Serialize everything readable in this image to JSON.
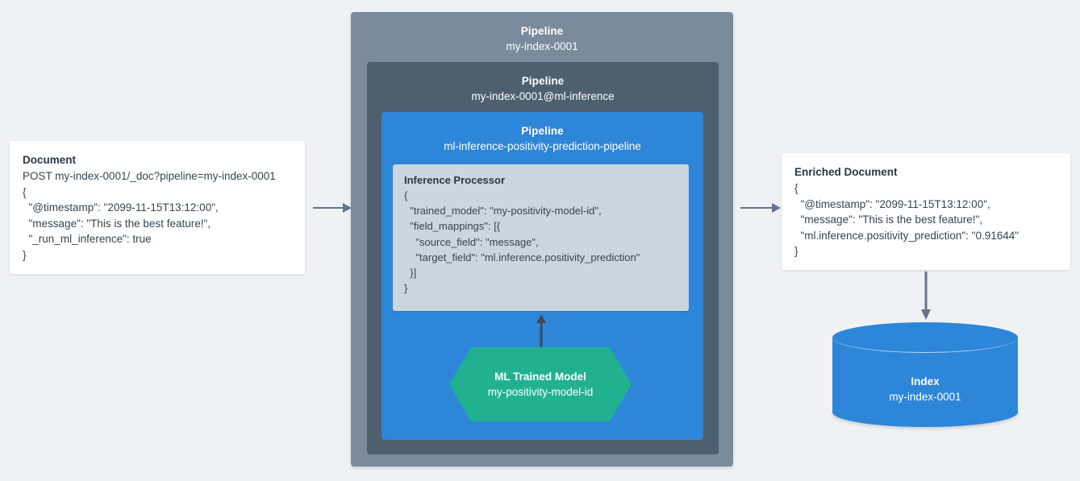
{
  "diagram": {
    "background_color": "#eff2f5",
    "accent_blue": "#2e86d9",
    "accent_green": "#21b191",
    "gray_outer": "#7a8b9c",
    "gray_mid": "#4e5f6e",
    "processor_bg": "#cbd6e0",
    "arrow_color": "#64748b"
  },
  "source_document": {
    "title": "Document",
    "lines": [
      "POST my-index-0001/_doc?pipeline=my-index-0001",
      "{",
      "  \"@timestamp\": \"2099-11-15T13:12:00\",",
      "  \"message\": \"This is the best feature!\",",
      "  \"_run_ml_inference\": true",
      "}"
    ]
  },
  "outer_pipeline": {
    "label": "Pipeline",
    "value": "my-index-0001"
  },
  "mid_pipeline": {
    "label": "Pipeline",
    "value": "my-index-0001@ml-inference"
  },
  "inner_pipeline": {
    "label": "Pipeline",
    "value": "ml-inference-positivity-prediction-pipeline"
  },
  "inference_processor": {
    "title": "Inference Processor",
    "lines": [
      "{",
      "  \"trained_model\": \"my-positivity-model-id\",",
      "  \"field_mappings\": [{",
      "    \"source_field\": \"message\",",
      "    \"target_field\": \"ml.inference.positivity_prediction\"",
      "  }]",
      "}"
    ]
  },
  "ml_model": {
    "label": "ML Trained Model",
    "value": "my-positivity-model-id"
  },
  "enriched_document": {
    "title": "Enriched Document",
    "lines": [
      "{",
      "  \"@timestamp\": \"2099-11-15T13:12:00\",",
      "  \"message\": \"This is the best feature!\",",
      "  \"ml.inference.positivity_prediction\": \"0.91644\"",
      "}"
    ]
  },
  "index_store": {
    "label": "Index",
    "value": "my-index-0001"
  },
  "arrows": {
    "document_to_pipeline": "arrow-right",
    "pipeline_to_enriched": "arrow-right",
    "enriched_to_index": "arrow-down",
    "model_to_processor": "arrow-up"
  }
}
